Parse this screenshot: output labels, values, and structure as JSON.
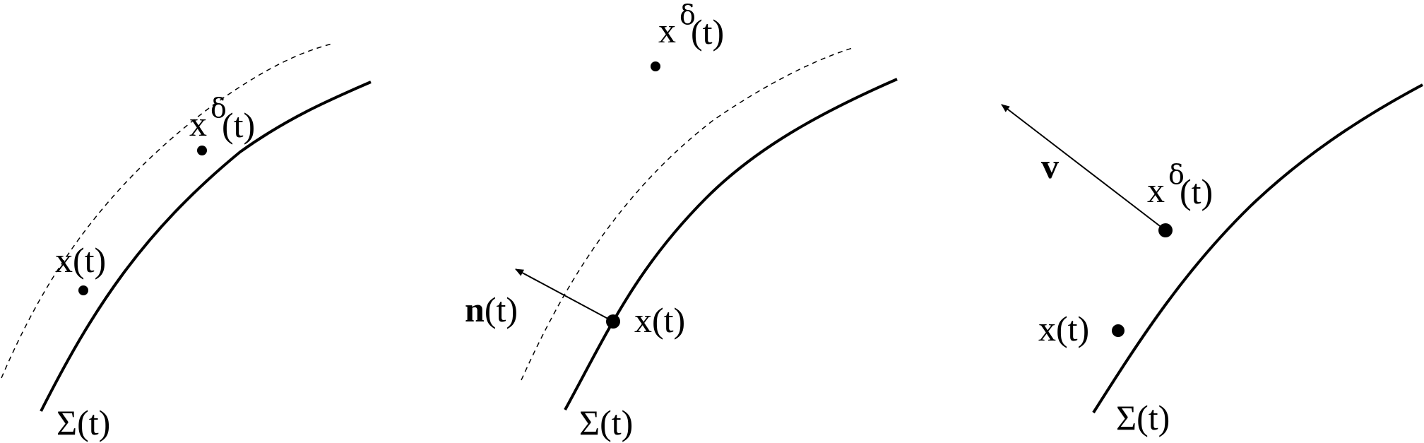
{
  "panels": [
    {
      "id": "left",
      "surface_label": "Σ(t)",
      "point_x_label": "x(t)",
      "point_xdelta_base": "x",
      "point_xdelta_sup": "δ",
      "point_xdelta_arg": "(t)"
    },
    {
      "id": "middle",
      "surface_label": "Σ(t)",
      "point_x_label": "x(t)",
      "point_xdelta_base": "x",
      "point_xdelta_sup": "δ",
      "point_xdelta_arg": "(t)",
      "normal_bold": "n",
      "normal_arg": "(t)"
    },
    {
      "id": "right",
      "surface_label": "Σ(t)",
      "point_x_label": "x(t)",
      "point_xdelta_base": "x",
      "point_xdelta_sup": "δ",
      "point_xdelta_arg": "(t)",
      "velocity_label": "v"
    }
  ]
}
